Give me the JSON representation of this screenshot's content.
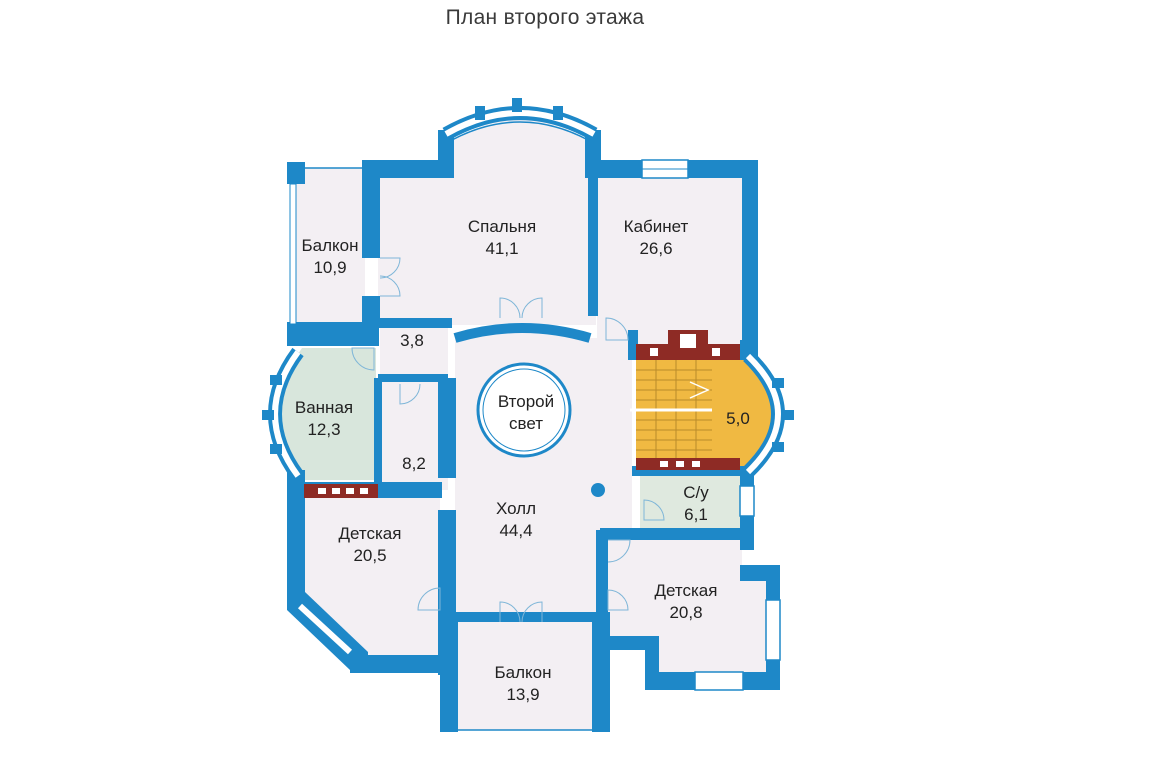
{
  "title": "План второго этажа",
  "colors": {
    "wall": "#1e88c8",
    "floor": "#f3eff3",
    "bath_floor": "#d8e6dc",
    "stair": "#f0b942",
    "brick": "#8e2b25",
    "window": "#ffffff"
  },
  "rooms": {
    "balcony_west": {
      "name": "Балкон",
      "area": "10,9"
    },
    "bedroom": {
      "name": "Спальня",
      "area": "41,1"
    },
    "office": {
      "name": "Кабинет",
      "area": "26,6"
    },
    "closet": {
      "area": "3,8"
    },
    "bathroom": {
      "name": "Ванная",
      "area": "12,3"
    },
    "dressing": {
      "area": "8,2"
    },
    "second_light": {
      "name_line1": "Второй",
      "name_line2": "свет"
    },
    "stair": {
      "area": "5,0"
    },
    "wc": {
      "name": "С/у",
      "area": "6,1"
    },
    "hall": {
      "name": "Холл",
      "area": "44,4"
    },
    "kids_west": {
      "name": "Детская",
      "area": "20,5"
    },
    "kids_east": {
      "name": "Детская",
      "area": "20,8"
    },
    "balcony_south": {
      "name": "Балкон",
      "area": "13,9"
    }
  }
}
